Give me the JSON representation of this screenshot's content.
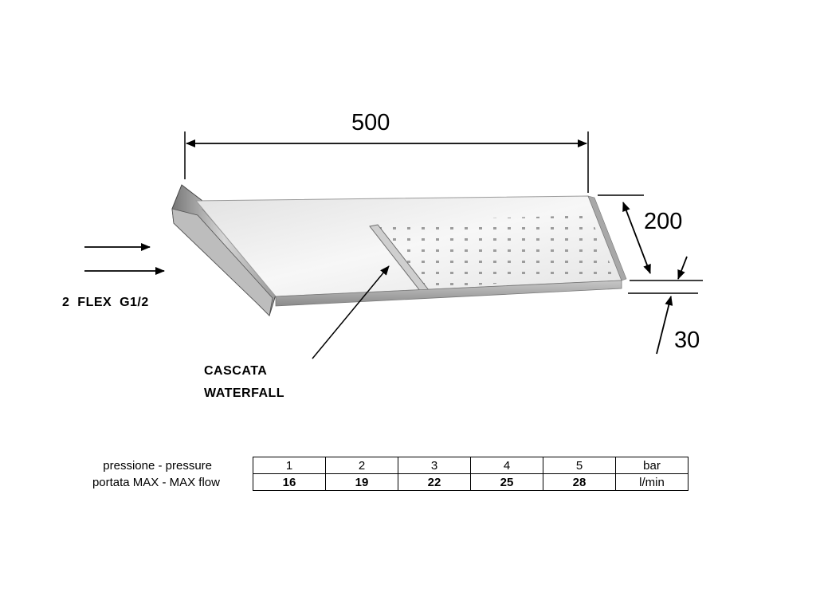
{
  "dimensions": {
    "width": "500",
    "depth": "200",
    "height": "30"
  },
  "labels": {
    "inlet": "2  FLEX  G1/2",
    "cascata": "CASCATA",
    "waterfall": "WATERFALL"
  },
  "table": {
    "pressure_label": "pressione - pressure",
    "flow_label": "portata MAX - MAX flow",
    "pressure_values": [
      "1",
      "2",
      "3",
      "4",
      "5"
    ],
    "pressure_unit": "bar",
    "flow_values": [
      "16",
      "19",
      "22",
      "25",
      "28"
    ],
    "flow_unit": "l/min"
  }
}
